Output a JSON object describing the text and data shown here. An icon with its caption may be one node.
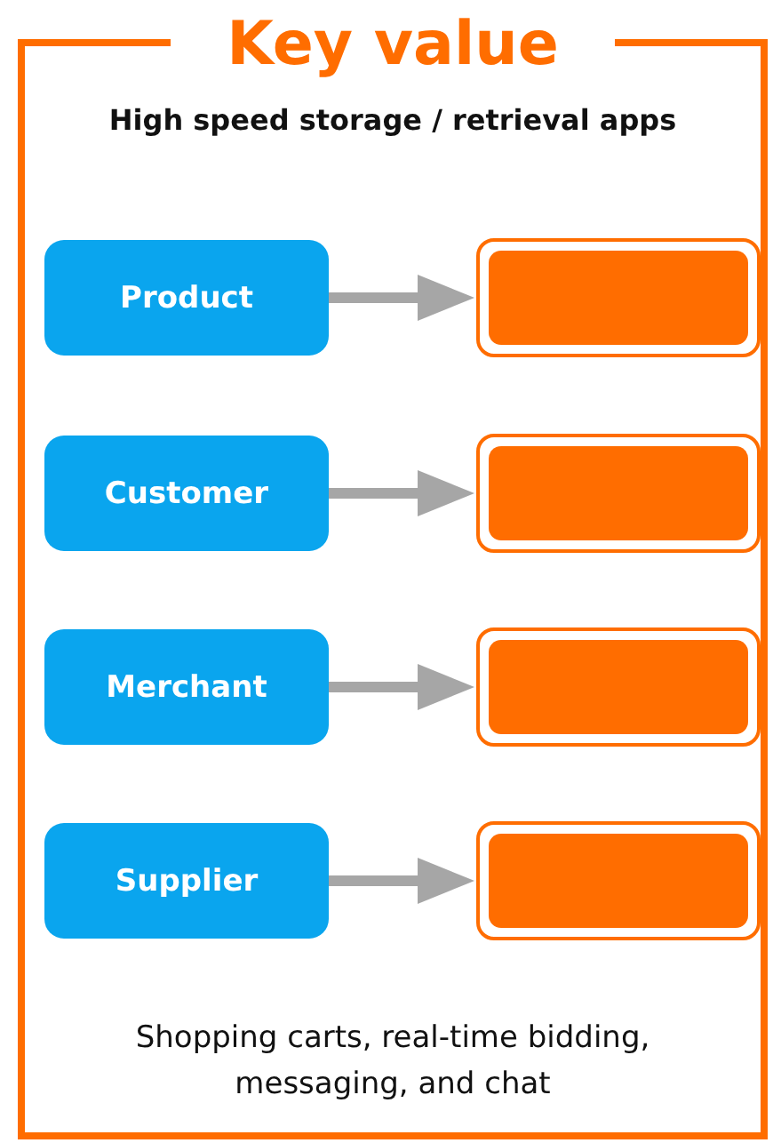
{
  "diagram": {
    "nodes": [
      {
        "text": [
          "Key value",
          "High speed storage / retrieval apps",
          "Shopping carts, real-time bidding, messaging, and chat"
        ]
      },
      {
        "text": [
          "Product"
        ],
        "in": 0
      },
      {
        "text": [
          "Customer"
        ],
        "in": 0
      },
      {
        "text": [
          "Merchant"
        ],
        "in": 0
      },
      {
        "text": [
          "Supplier"
        ],
        "in": 0
      },
      {
        "text": [],
        "shape": "box",
        "in": 0
      },
      {
        "text": [],
        "shape": "box",
        "in": 0
      },
      {
        "text": [],
        "shape": "box",
        "in": 0
      },
      {
        "text": [],
        "shape": "box",
        "in": 0
      }
    ],
    "edges": [
      {
        "from": 1,
        "to": 5,
        "arrow": "to"
      },
      {
        "from": 2,
        "to": 6,
        "arrow": "to"
      },
      {
        "from": 3,
        "to": 7,
        "arrow": "to"
      },
      {
        "from": 4,
        "to": 8,
        "arrow": "to"
      }
    ]
  }
}
